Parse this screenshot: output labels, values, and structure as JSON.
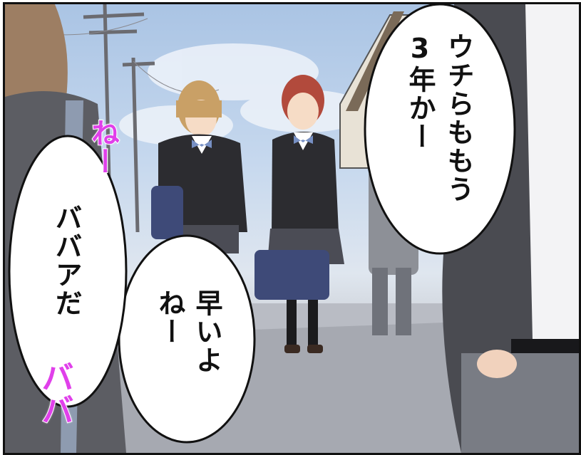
{
  "dialogue": {
    "right_bubble": "ウチらももう3年かー",
    "center_bubble": "早いよねー",
    "left_bubble": "ババアだ"
  },
  "sound_effects": {
    "nee": "ねー",
    "baba": "ババ"
  },
  "colors": {
    "sky": "#b4cbe8",
    "sfx": "#e040ea",
    "blazer": "#2c2c30",
    "bag": "#3e4a78"
  }
}
